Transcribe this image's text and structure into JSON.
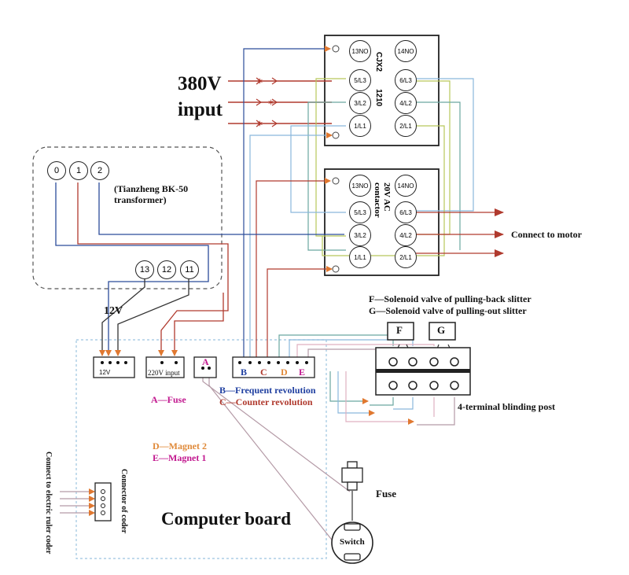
{
  "labels": {
    "input_380v_line1": "380V",
    "input_380v_line2": "input",
    "transformer": "(Tianzheng BK-50 transformer)",
    "connect_to_motor": "Connect to motor",
    "legend_f": "F—Solenoid valve of pulling-back slitter",
    "legend_g": "G—Solenoid valve of pulling-out slitter",
    "terminal_post": "4-terminal blinding post",
    "legend_a": "A—Fuse",
    "legend_b": "B—Frequent revolution",
    "legend_c": "C—Counter revolution",
    "legend_d": "D—Magnet 2",
    "legend_e": "E—Magnet 1",
    "computer_board": "Computer board",
    "fuse": "Fuse",
    "switch": "Switch",
    "connect_coder": "Connect to electric ruler coder",
    "coder_connector": "Connector of coder",
    "volt_12": "12V"
  },
  "contactor_top": {
    "name_line1": "CJX2",
    "name_line2": "1210",
    "terminals_left": [
      "13NO",
      "5/L3",
      "3/L2",
      "1/L1"
    ],
    "terminals_right": [
      "14NO",
      "6/L3",
      "4/L2",
      "2/L1"
    ]
  },
  "contactor_bottom": {
    "name": "20V AC contactor",
    "terminals_left": [
      "13NO",
      "5/L3",
      "3/L2",
      "1/L1"
    ],
    "terminals_right": [
      "14NO",
      "6/L3",
      "4/L2",
      "2/L1"
    ]
  },
  "transformer_taps_top": [
    "0",
    "1",
    "2"
  ],
  "transformer_taps_bottom": [
    "13",
    "12",
    "11"
  ],
  "board_ports": {
    "port_12v": "12V",
    "port_220v": "220V input",
    "port_a": "A",
    "signals": [
      "B",
      "C",
      "D",
      "E"
    ]
  },
  "solenoids": [
    "F",
    "G"
  ],
  "colors": {
    "red_wire": "#b03a2e",
    "blue_wire": "#2b4c9a",
    "dark_wire": "#333333",
    "yellowgreen_wire": "#b8c85a",
    "lightblue_wire": "#8ab8dc",
    "teal_wire": "#6aa6a0",
    "pink_wire": "#e0b0c0",
    "mauve_wire": "#b49aa6",
    "orange_arrow": "#e07830",
    "board_border": "#9cc4e0"
  }
}
